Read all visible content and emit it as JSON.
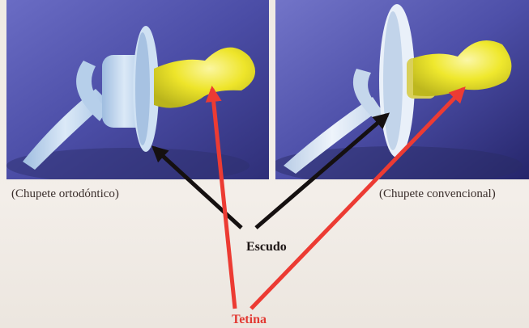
{
  "captions": {
    "left": "(Chupete ortodóntico)",
    "right": "(Chupete convencional)"
  },
  "labels": {
    "escudo": "Escudo",
    "tetina": "Tetina"
  },
  "colors": {
    "escudo_arrow": "#151010",
    "tetina_arrow": "#ec3b33",
    "photo_background": "#4a4aa0",
    "pacifier_body": "#c9dcef",
    "nipple": "#f0ea2a"
  },
  "photos": {
    "left": "orthodontic-pacifier-photo",
    "right": "conventional-pacifier-photo"
  }
}
